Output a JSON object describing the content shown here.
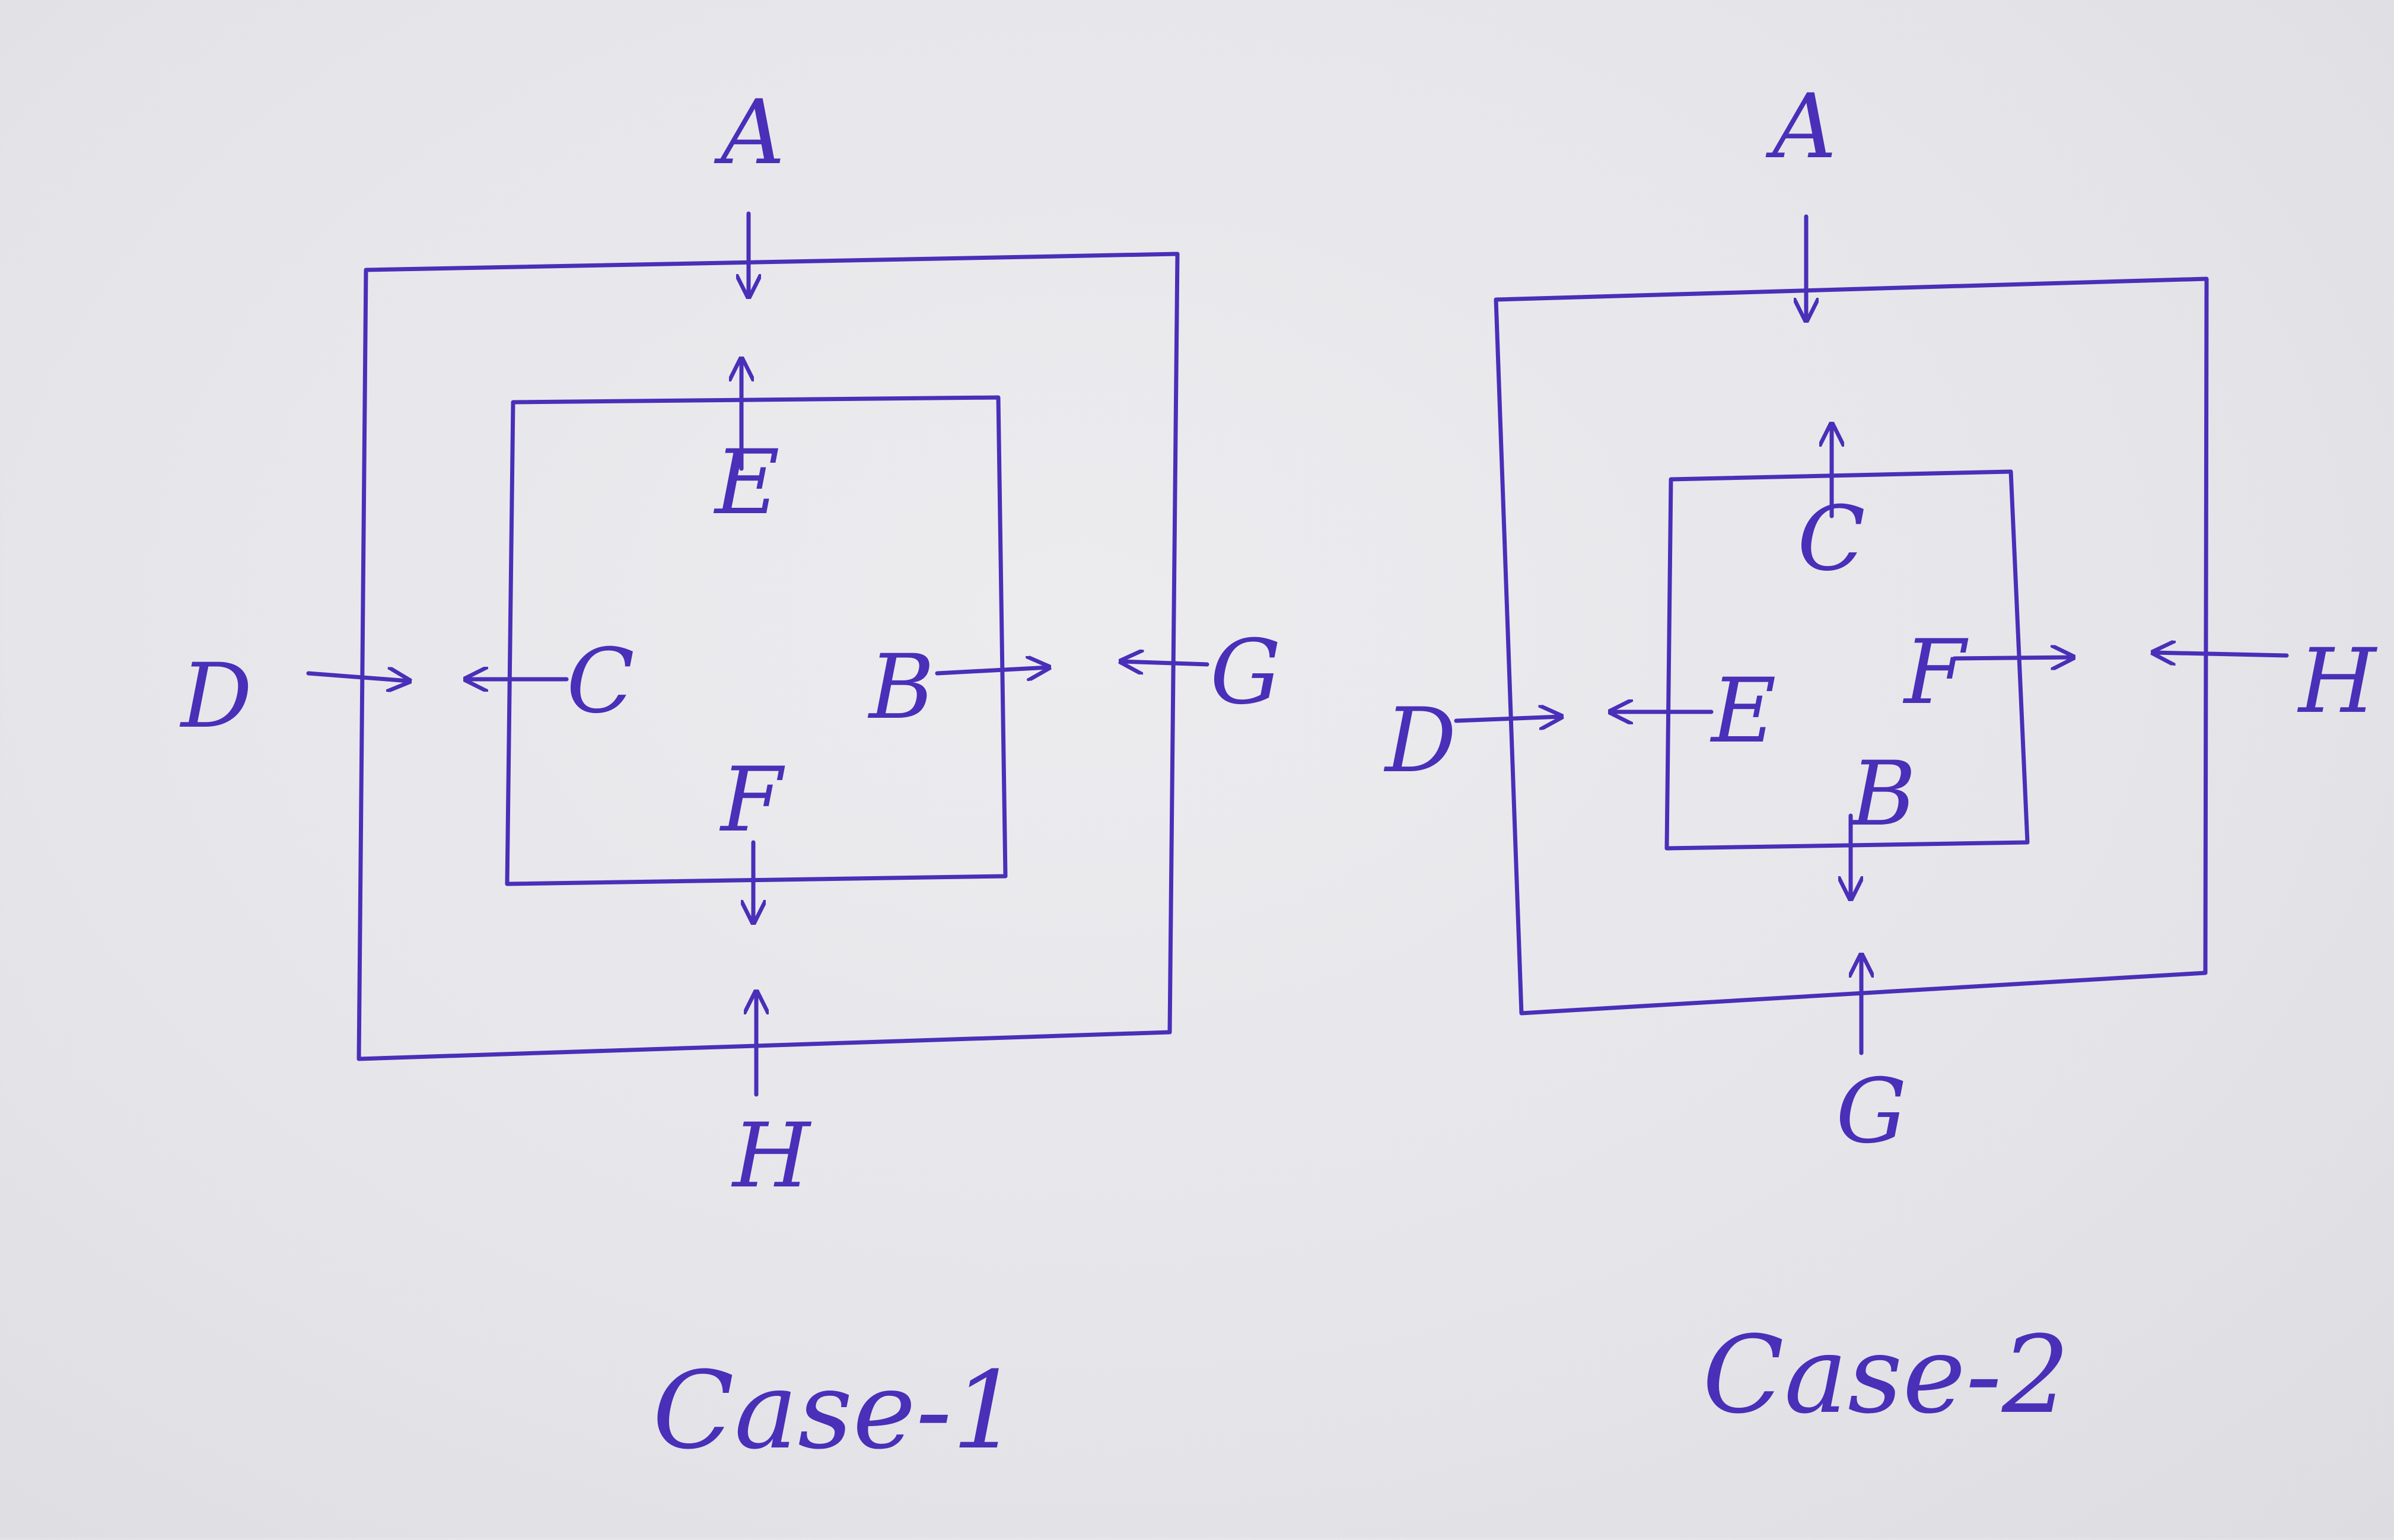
{
  "ink_color": "#4a2fb8",
  "paper_color": "#e6e6ea",
  "cases": [
    {
      "caption": "Case-1",
      "labels": {
        "A": "A",
        "B": "B",
        "C": "C",
        "D": "D",
        "E": "E",
        "F": "F",
        "G": "G",
        "H": "H"
      }
    },
    {
      "caption": "Case-2",
      "labels": {
        "A": "A",
        "B": "B",
        "C": "C",
        "D": "D",
        "E": "E",
        "F": "F",
        "G": "G",
        "H": "H"
      }
    }
  ]
}
